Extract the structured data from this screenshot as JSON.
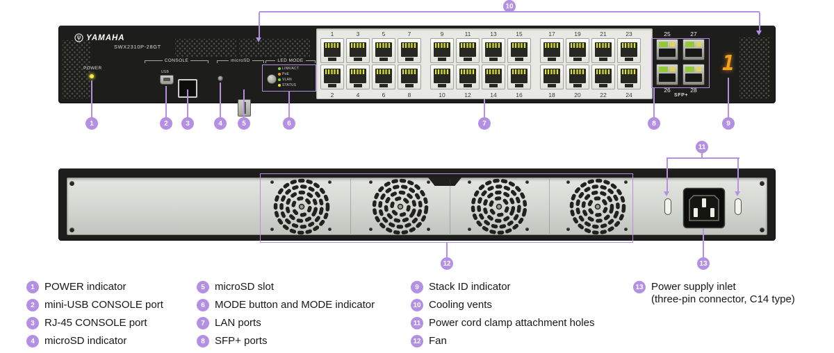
{
  "colors": {
    "accent": "#b390e4",
    "chassis": "#1d1d1b",
    "stack_id_color": "#f7a21c"
  },
  "front_panel": {
    "brand": "YAMAHA",
    "model": "SWX2310P-28GT",
    "power_label": "POWER",
    "console_label": "CONSOLE",
    "usb_label": "USB",
    "microsd_label": "microSD",
    "led_mode_label": "LED MODE",
    "mode_leds": [
      {
        "label": "LINK/ACT",
        "color": "#7ed63e"
      },
      {
        "label": "PoE",
        "color": "#f59a23"
      },
      {
        "label": "VLAN",
        "color": "#7ed63e"
      },
      {
        "label": "STATUS",
        "color": "#e8e23c"
      }
    ],
    "lan_port_groups": [
      {
        "top_labels": [
          "1",
          "3",
          "5",
          "7"
        ],
        "bottom_labels": [
          "2",
          "4",
          "6",
          "8"
        ]
      },
      {
        "top_labels": [
          "9",
          "11",
          "13",
          "15"
        ],
        "bottom_labels": [
          "10",
          "12",
          "14",
          "16"
        ]
      },
      {
        "top_labels": [
          "17",
          "19",
          "21",
          "23"
        ],
        "bottom_labels": [
          "18",
          "20",
          "22",
          "24"
        ]
      }
    ],
    "sfp": {
      "top_labels": [
        "25",
        "27"
      ],
      "bottom_labels": [
        "26",
        "28"
      ],
      "label": "SFP+"
    },
    "stack_id_value": "1"
  },
  "callouts": [
    "1",
    "2",
    "3",
    "4",
    "5",
    "6",
    "7",
    "8",
    "9",
    "10",
    "11",
    "12",
    "13"
  ],
  "legend": {
    "columns": [
      {
        "items": [
          {
            "num": "1",
            "text": "POWER indicator"
          },
          {
            "num": "2",
            "text": "mini-USB CONSOLE port"
          },
          {
            "num": "3",
            "text": "RJ-45 CONSOLE port"
          },
          {
            "num": "4",
            "text": "microSD indicator"
          }
        ]
      },
      {
        "items": [
          {
            "num": "5",
            "text": "microSD slot"
          },
          {
            "num": "6",
            "text": "MODE button and MODE indicator"
          },
          {
            "num": "7",
            "text": "LAN ports"
          },
          {
            "num": "8",
            "text": "SFP+ ports"
          }
        ]
      },
      {
        "items": [
          {
            "num": "9",
            "text": "Stack ID indicator"
          },
          {
            "num": "10",
            "text": "Cooling vents"
          },
          {
            "num": "11",
            "text": "Power cord clamp attachment holes"
          },
          {
            "num": "12",
            "text": "Fan"
          }
        ]
      },
      {
        "items": [
          {
            "num": "13",
            "text": "Power supply inlet",
            "text2": "(three-pin connector, C14 type)"
          }
        ]
      }
    ]
  }
}
